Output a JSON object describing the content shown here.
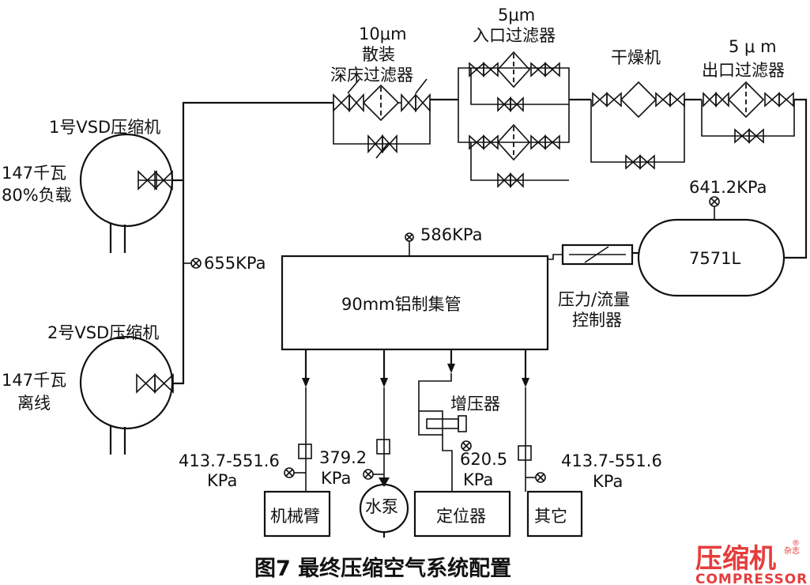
{
  "caption": "图7 最终压缩空气系统配置",
  "compressor1": {
    "name": "1号VSD压缩机",
    "power": "147千瓦",
    "status": "80%负载"
  },
  "compressor2": {
    "name": "2号VSD压缩机",
    "power": "147千瓦",
    "status": "离线"
  },
  "pressure_main": "655KPa",
  "filter_10um": {
    "size": "10μm",
    "line2": "散装",
    "line3": "深床过滤器"
  },
  "filter_5um_in": {
    "size": "5μm",
    "name": "入口过滤器"
  },
  "dryer": {
    "name": "干燥机"
  },
  "filter_5um_out": {
    "size": "5 μ m",
    "name": "出口过滤器"
  },
  "tank": {
    "pressure": "641.2KPa",
    "volume": "7571L"
  },
  "controller": {
    "line1": "压力/流量",
    "line2": "控制器"
  },
  "header": {
    "pressure": "586KPa",
    "name": "90mm铝制集管"
  },
  "booster": {
    "name": "增压器"
  },
  "loads": {
    "robot": {
      "name": "机械臂",
      "pressure": "413.7-551.6",
      "unit": "KPa"
    },
    "pump": {
      "name": "水泵",
      "pressure": "379.2",
      "unit": "KPa"
    },
    "positioner": {
      "name": "定位器",
      "pressure": "620.5",
      "unit": "KPa"
    },
    "other": {
      "name": "其它",
      "pressure": "413.7-551.6",
      "unit": "KPa"
    }
  },
  "brand": {
    "main": "压缩机",
    "small": "杂志",
    "sub": "COMPRESSOR",
    "mark": "®"
  }
}
